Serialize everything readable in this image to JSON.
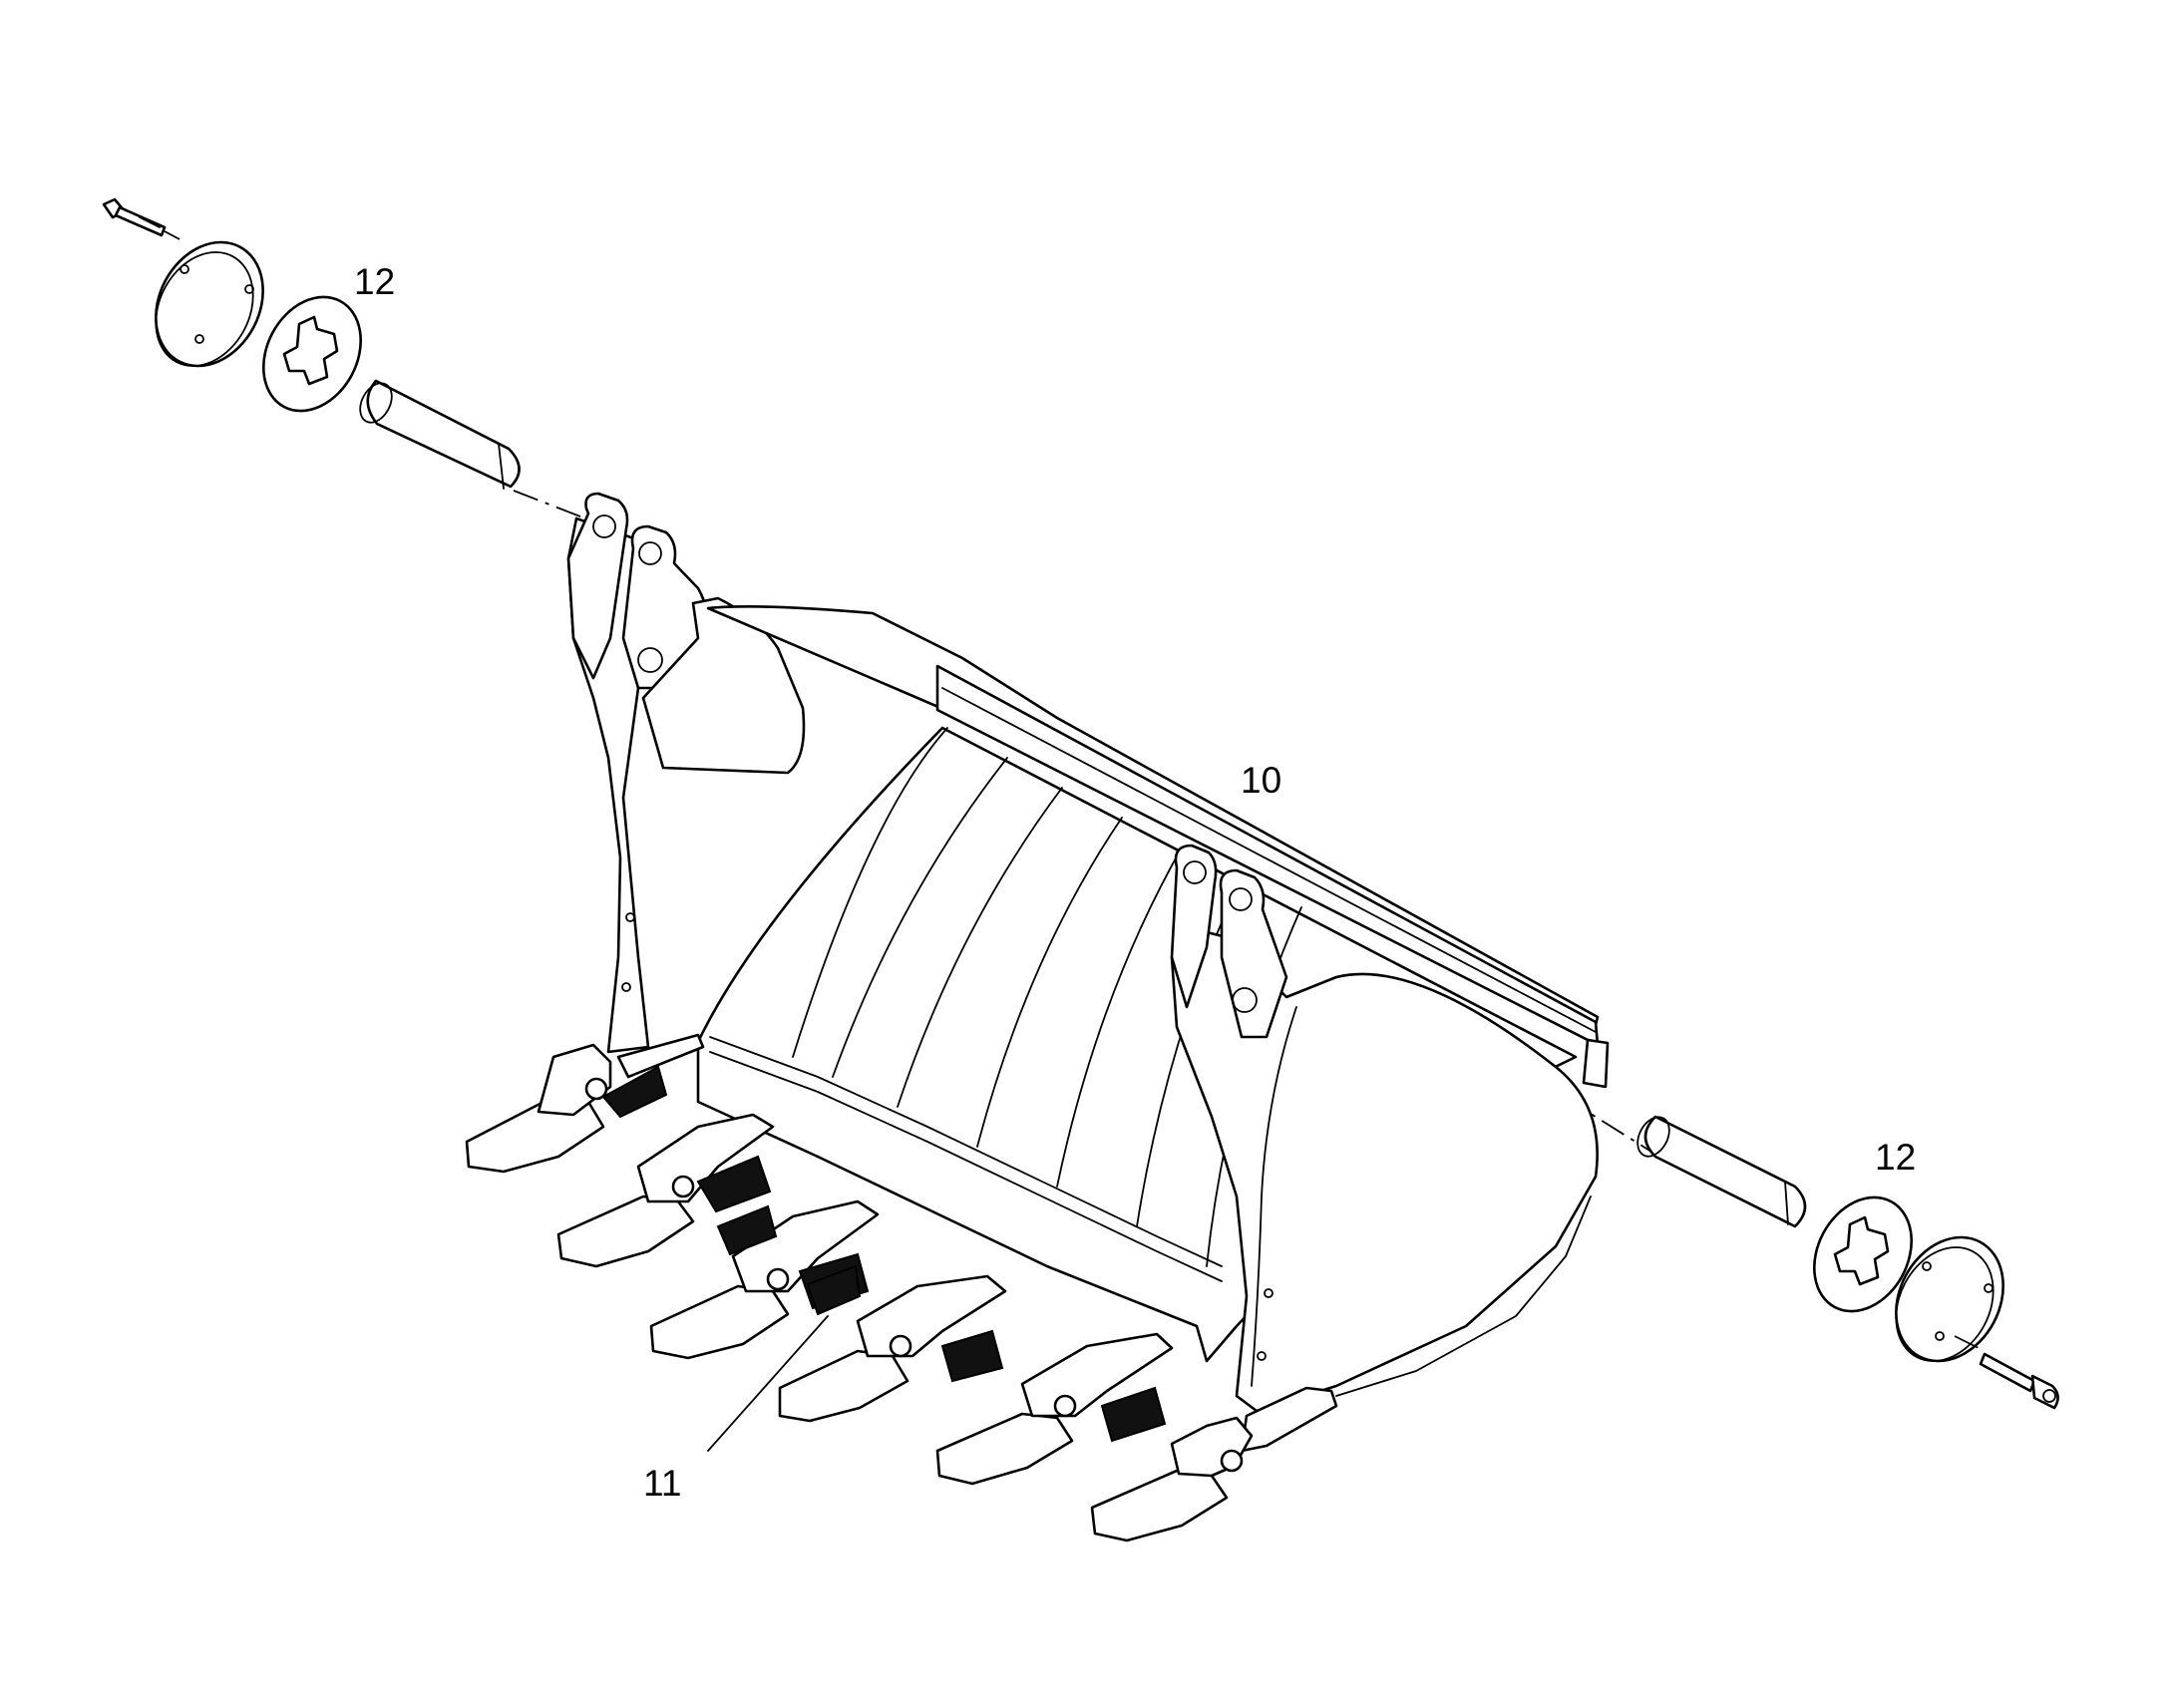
{
  "diagram": {
    "labels": {
      "bucket": "10",
      "teeth": "11",
      "retainer_left": "12",
      "retainer_right": "12"
    }
  }
}
